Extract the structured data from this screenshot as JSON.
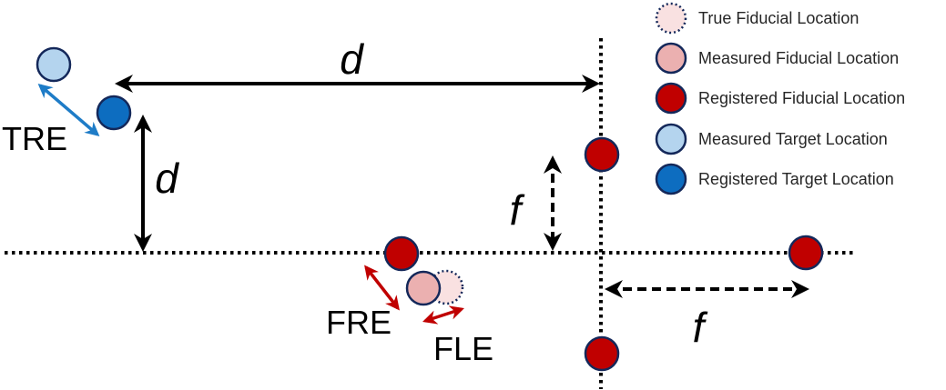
{
  "colors": {
    "true_fiducial_fill": "#F9E1E1",
    "measured_fiducial_fill": "#EBB0B0",
    "registered_fiducial_fill": "#C00000",
    "measured_target_fill": "#B4D4EE",
    "registered_target_fill": "#0D6DC0",
    "outline": "#14285A",
    "tre_arrow": "#1E7CC7",
    "fre_arrow": "#C00000",
    "black": "#000000"
  },
  "labels": {
    "d_horizontal": "d",
    "d_vertical": "d",
    "f_vertical": "f",
    "f_horizontal": "f",
    "tre": "TRE",
    "fre": "FRE",
    "fle": "FLE"
  },
  "legend": [
    {
      "label": "True Fiducial Location",
      "icon": "true-fiducial-icon"
    },
    {
      "label": "Measured Fiducial Location",
      "icon": "measured-fiducial-icon"
    },
    {
      "label": "Registered Fiducial Location",
      "icon": "registered-fiducial-icon"
    },
    {
      "label": "Measured Target Location",
      "icon": "measured-target-icon"
    },
    {
      "label": "Registered Target Location",
      "icon": "registered-target-icon"
    }
  ]
}
